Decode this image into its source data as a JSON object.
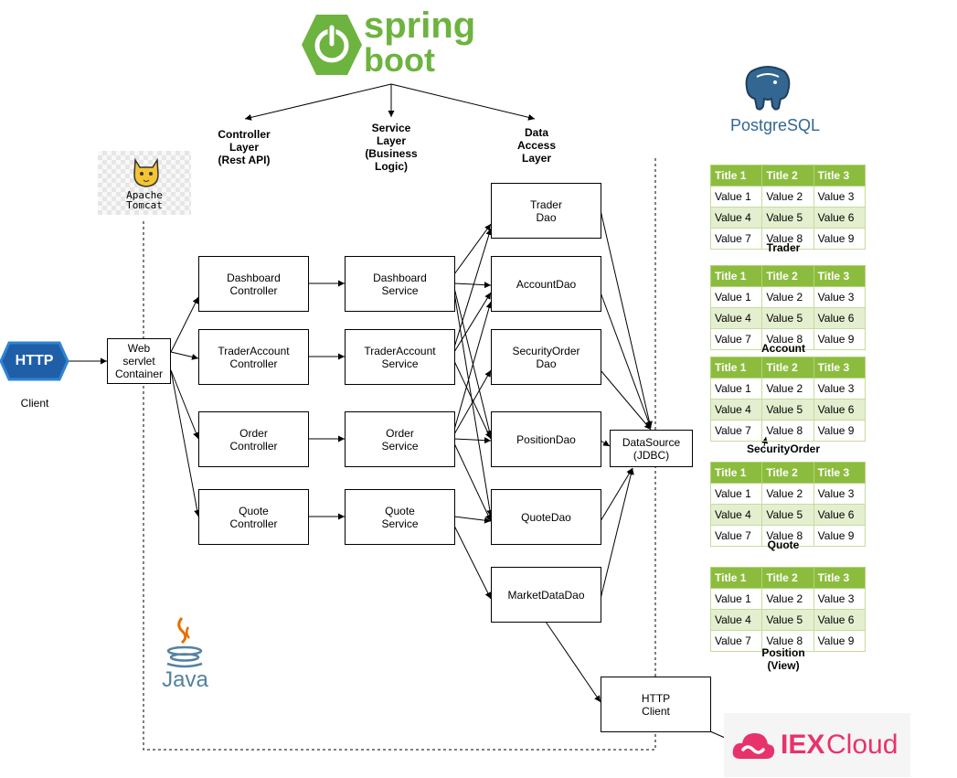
{
  "spring": {
    "line1": "spring",
    "line2": "boot"
  },
  "layers": {
    "controller": "Controller\nLayer\n(Rest API)",
    "service": "Service\nLayer\n(Business\nLogic)",
    "dao": "Data\nAccess\nLayer"
  },
  "tomcat": {
    "line1": "Apache",
    "line2": "Tomcat"
  },
  "http_badge": "HTTP",
  "client_label": "Client",
  "web_container": "Web\nservlet\nContainer",
  "controllers": [
    "Dashboard\nController",
    "TraderAccount\nController",
    "Order\nController",
    "Quote\nController"
  ],
  "services": [
    "Dashboard\nService",
    "TraderAccount\nService",
    "Order\nService",
    "Quote\nService"
  ],
  "daos": [
    "Trader\nDao",
    "AccountDao",
    "SecurityOrder\nDao",
    "PositionDao",
    "QuoteDao",
    "MarketDataDao"
  ],
  "datasource": "DataSource\n(JDBC)",
  "http_client": "HTTP\nClient",
  "java_label": "Java",
  "postgres_label": "PostgreSQL",
  "iex": {
    "brand": "IEX",
    "suffix": "Cloud"
  },
  "table_headers": [
    "Title 1",
    "Title 2",
    "Title 3"
  ],
  "table_rows": [
    [
      "Value 1",
      "Value 2",
      "Value 3"
    ],
    [
      "Value 4",
      "Value 5",
      "Value 6"
    ],
    [
      "Value 7",
      "Value 8",
      "Value 9"
    ]
  ],
  "tables": [
    "Trader",
    "Account",
    "SecurityOrder",
    "Quote",
    "Position\n(View)"
  ],
  "colors": {
    "spring_green": "#6db33f",
    "table_header": "#8cbc3e",
    "table_alt": "#e4efd0",
    "iex_pink": "#e8326b",
    "http_blue": "#1e5fa7",
    "pg_blue": "#336791"
  }
}
